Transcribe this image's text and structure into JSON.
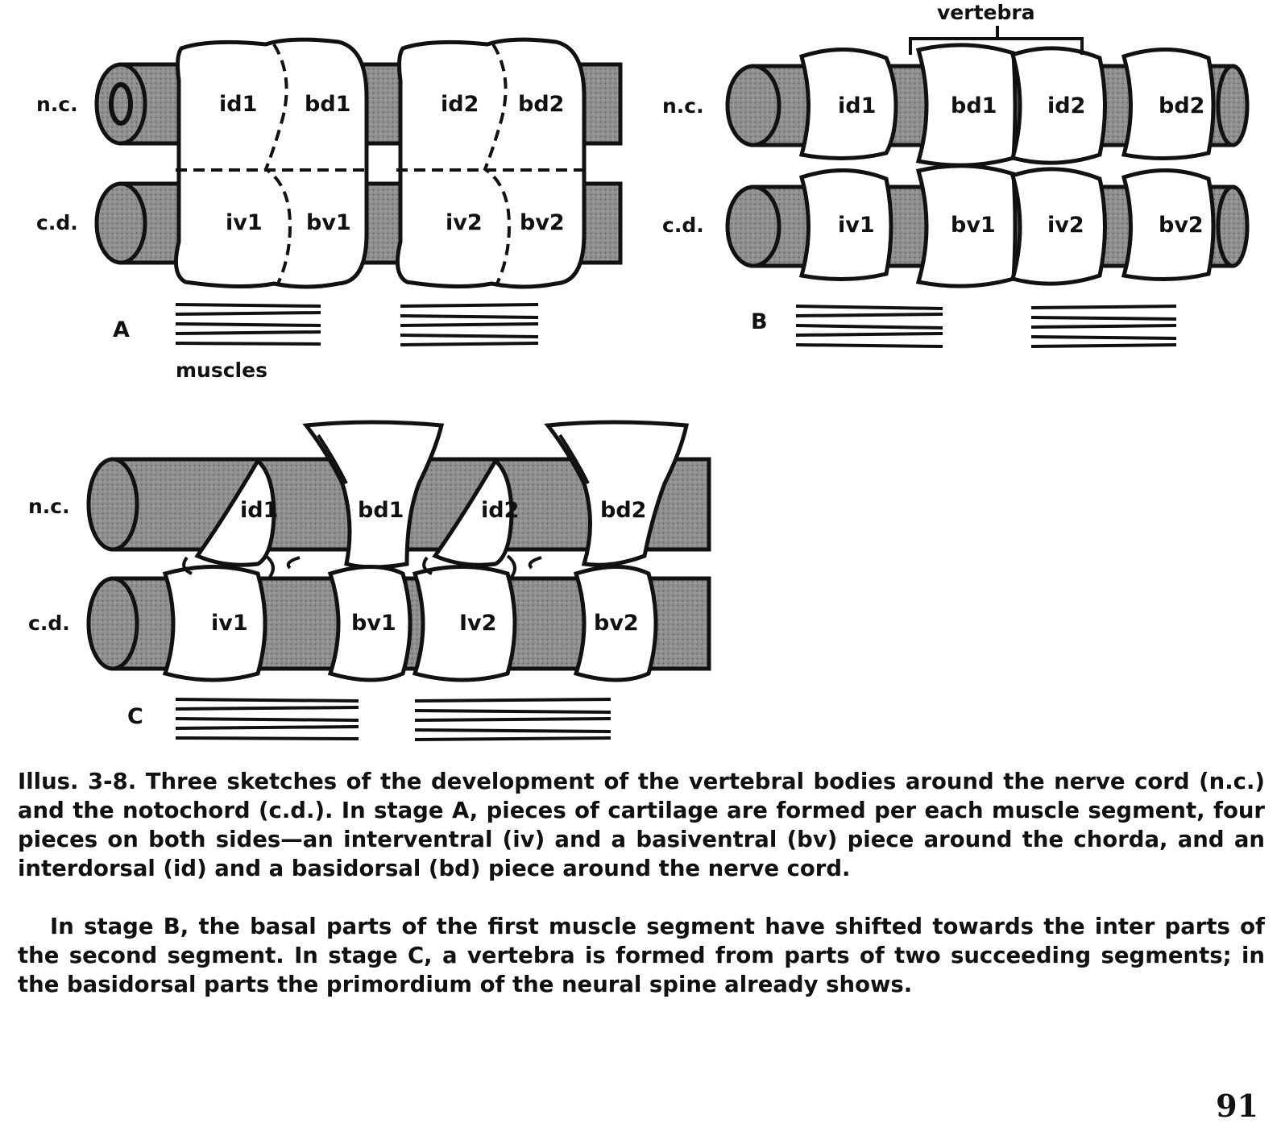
{
  "figure": {
    "stage_a": {
      "label": "A",
      "row_labels": [
        "n.c.",
        "c.d."
      ],
      "top_pieces": [
        "id1",
        "bd1",
        "id2",
        "bd2"
      ],
      "bottom_pieces": [
        "iv1",
        "bv1",
        "iv2",
        "bv2"
      ],
      "muscles_label": "muscles"
    },
    "stage_b": {
      "label": "B",
      "row_labels": [
        "n.c.",
        "c.d."
      ],
      "top_pieces": [
        "id1",
        "bd1",
        "id2",
        "bd2"
      ],
      "bottom_pieces": [
        "iv1",
        "bv1",
        "iv2",
        "bv2"
      ],
      "vertebra_label": "vertebra"
    },
    "stage_c": {
      "label": "C",
      "row_labels": [
        "n.c.",
        "c.d."
      ],
      "top_pieces": [
        "id1",
        "bd1",
        "id2",
        "bd2"
      ],
      "bottom_pieces": [
        "iv1",
        "bv1",
        "Iv2",
        "bv2"
      ]
    },
    "colors": {
      "cord_fill": "#8f8f8f",
      "piece_fill": "#ffffff",
      "ink": "#111111"
    }
  },
  "caption": {
    "paragraph1": "Illus. 3-8. Three sketches of the development of the vertebral bodies around the nerve cord (n.c.) and the notochord (c.d.). In stage A, pieces of cartilage are formed per each muscle segment, four pieces on both sides—an interventral (iv) and a basiventral (bv) piece around the chorda, and an interdorsal (id) and a basidorsal (bd) piece around the nerve cord.",
    "paragraph2": "In stage B, the basal parts of the first muscle segment have shifted towards the inter parts of the second segment. In stage C, a vertebra is formed from parts of two succeeding segments; in the basidorsal parts the primordium of the neural spine already shows."
  },
  "page_number": "91"
}
